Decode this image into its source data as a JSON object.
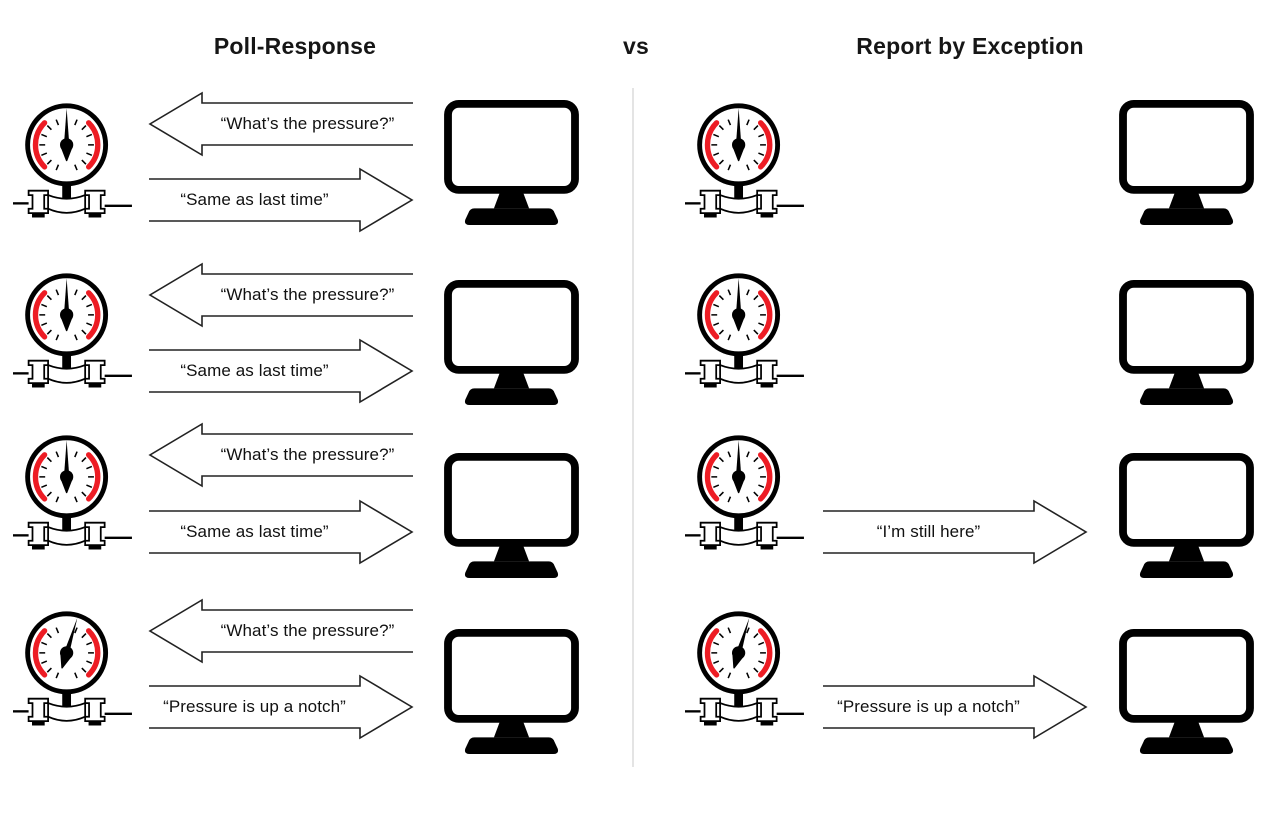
{
  "header": {
    "left_title": "Poll-Response",
    "separator": "vs",
    "right_title": "Report by Exception"
  },
  "colors": {
    "red": "#ed1c24",
    "ink": "#000000",
    "divider": "#e4e4e4"
  },
  "icons": {
    "sensor": "pressure-gauge-icon",
    "host": "computer-monitor-icon"
  },
  "poll_response": {
    "rows": [
      {
        "request": "“What’s the pressure?”",
        "response": "“Same as last time”",
        "gauge_state": "normal"
      },
      {
        "request": "“What’s the pressure?”",
        "response": "“Same as last time”",
        "gauge_state": "normal"
      },
      {
        "request": "“What’s the pressure?”",
        "response": "“Same as last time”",
        "gauge_state": "normal"
      },
      {
        "request": "“What’s the pressure?”",
        "response": "“Pressure is up a notch”",
        "gauge_state": "elevated"
      }
    ]
  },
  "report_by_exception": {
    "rows": [
      {
        "gauge_state": "normal"
      },
      {
        "gauge_state": "normal"
      },
      {
        "message": "“I’m still here”",
        "gauge_state": "normal"
      },
      {
        "message": "“Pressure is up a notch”",
        "gauge_state": "elevated"
      }
    ]
  }
}
